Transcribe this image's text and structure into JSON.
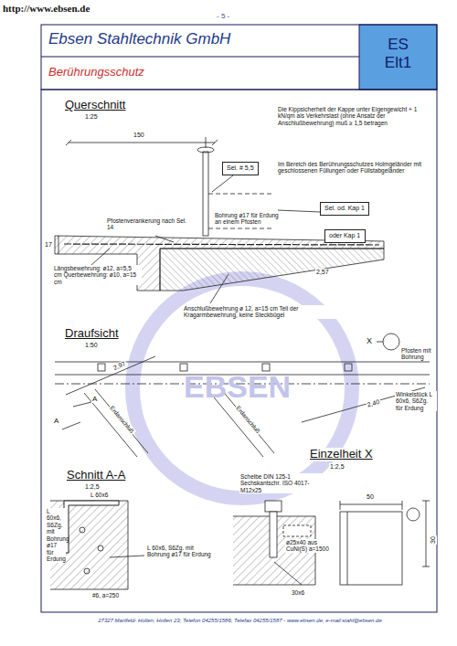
{
  "diagram": {
    "title": "Berührungsschutz",
    "nodes": [
      {
        "text": [
          "Ebsen Stahltechnik GmbH"
        ]
      },
      {
        "text": [
          "Berührungsschutz"
        ]
      },
      {
        "text": [
          "ES Elt1"
        ]
      },
      {
        "text": [
          "Sel. # 5,5"
        ]
      },
      {
        "text": [
          "Sel. od. Kap 1"
        ]
      },
      {
        "text": [
          "oder Kap 1"
        ]
      }
    ],
    "labels": [
      "http://www.ebsen.de",
      "- 5 -",
      "Querschnitt",
      "1:25",
      "150",
      "Die Kippsicherheit der Kappe unter Eigengewicht + 1 kN/qm als Verkehrslast (ohne Ansatz der Anschlußbewehrung) muß ≥ 1,5 betragen",
      "Im Bereich des Berührungsschutzes Holmgeländer mit geschlossenen Füllungen oder Füllstabgeländer",
      "Pfostenverankerung nach Sel. 14",
      "Bohrung ø17 für Erdung an einem Pfosten",
      "2,57",
      "Längsbewehrung: ø12, a=5,5 cm Querbewehrung: ø10, a=15 cm",
      "Anschlußbewehrung ø 12, a=15 cm Teil der Kragarmbewehrung, keine Steckbügel",
      "Draufsicht",
      "1:50",
      "X",
      "Pfosten mit Bohrung",
      "2,97",
      "2,40",
      "Winkelstück L 60x6, S6Zg. für Erdung",
      "A",
      "A",
      "Erdanschluß",
      "Erdanschluß",
      "Einzelheit X",
      "1:2,5",
      "Schnitt A-A",
      "1:2,5",
      "L 60x6",
      "L 60x6, S6Zg. mit Bohrung ø17 für Erdung",
      "L 60x6, S6Zg. mit Bohrung ø17 für Erdung",
      "#6, a=250",
      "Scheibe DIN 125-1 Sechskantschr. ISO 4017-M12x25",
      "ø25x40 aus CuNi(S) a=1500",
      "30x6",
      "50",
      "30",
      "17",
      "EBSEN",
      "27327 Martfeld- Hollen; Hollen 23; Telefon 04255/1586; Telefax 04255/1587 - www.ebsen.de, e-mail:stahl@ebsen.de"
    ]
  }
}
